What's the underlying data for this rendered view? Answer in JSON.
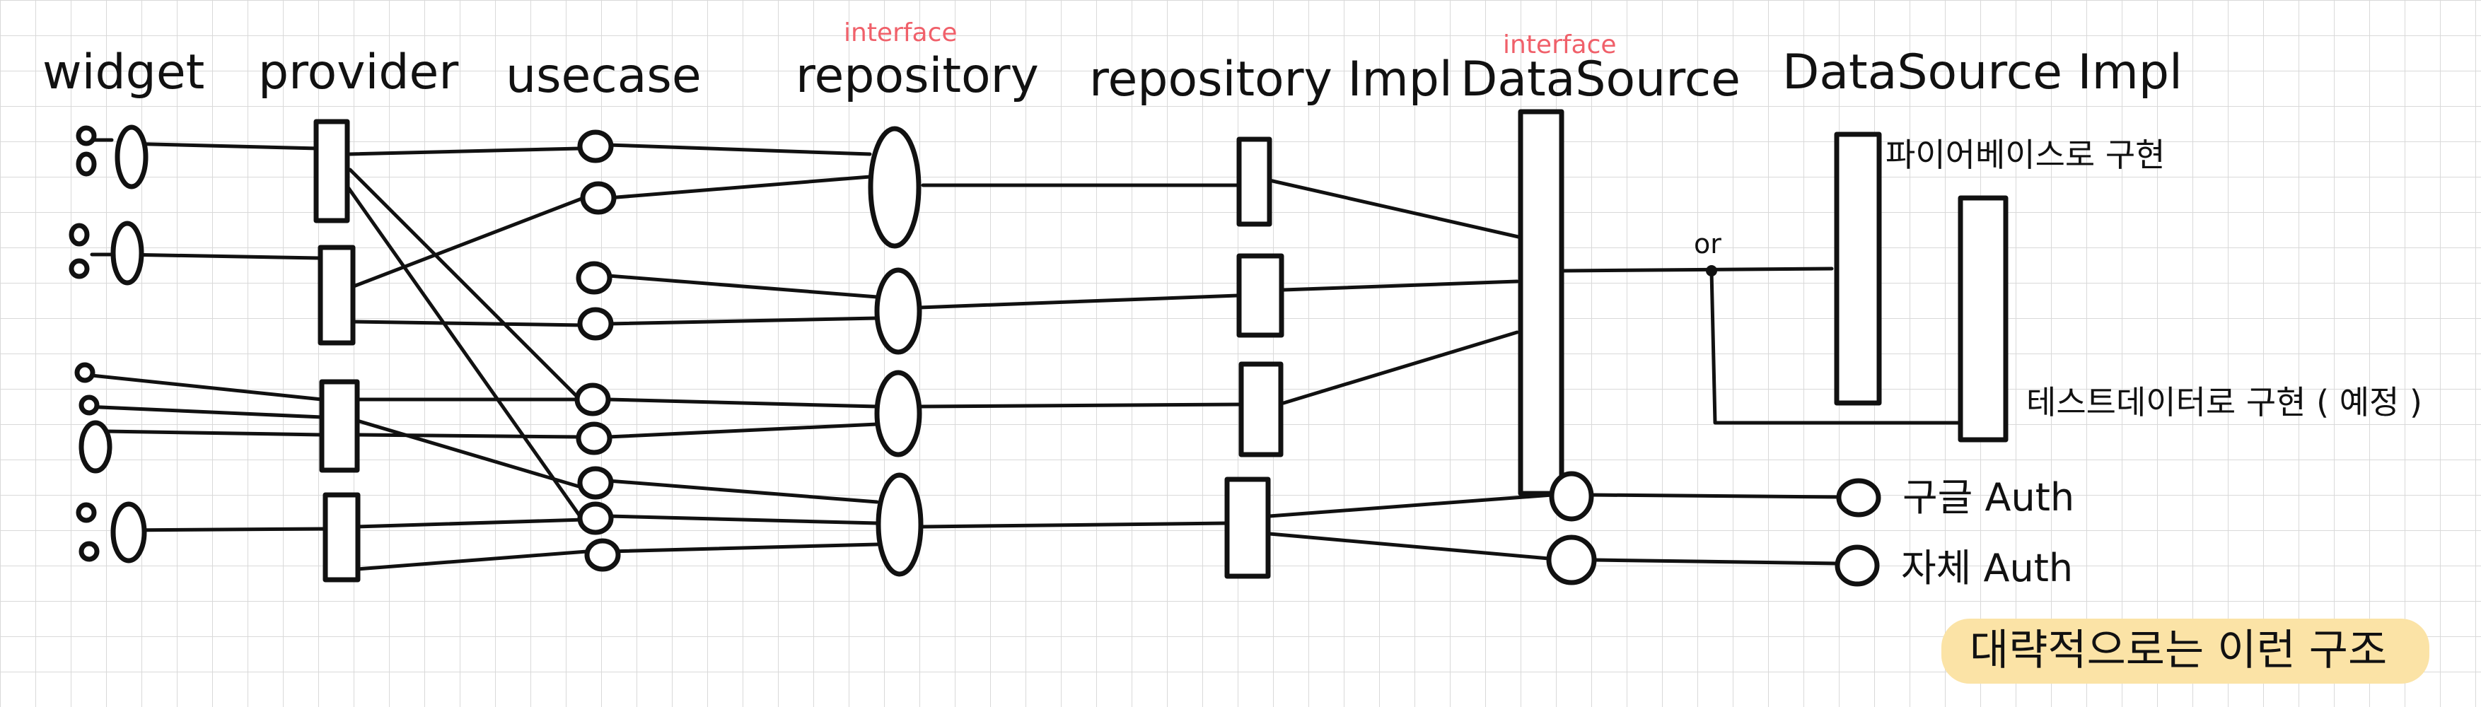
{
  "columns": {
    "widget": "widget",
    "provider": "provider",
    "usecase": "usecase",
    "repository": "repository",
    "repository_impl": "repository Impl",
    "datasource": "DataSource",
    "datasource_impl": "DataSource Impl"
  },
  "annotations": {
    "repository_interface": "interface",
    "datasource_interface": "interface",
    "or": "or",
    "firebase_impl": "파이어베이스로 구현",
    "testdata_impl": "테스트데이터로 구현 ( 예정 )",
    "google_auth": "구글 Auth",
    "own_auth": "자체 Auth",
    "summary": "대략적으로는 이런 구조"
  },
  "colors": {
    "ink": "#111111",
    "interface_label": "#f0606a",
    "grid": "#d9d9d9",
    "summary_highlight": "#fbe3a6"
  }
}
